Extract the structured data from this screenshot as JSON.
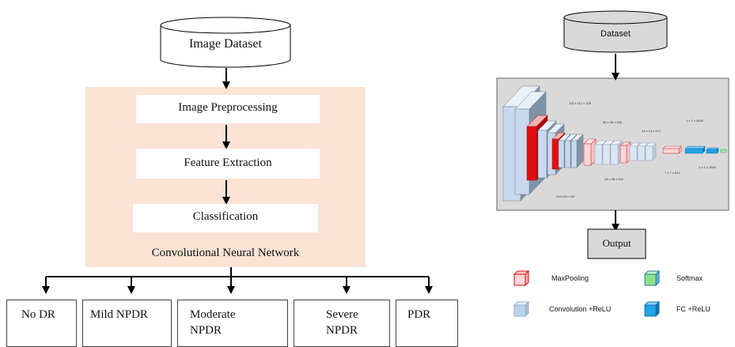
{
  "left_flow": {
    "dataset_label": "Image Dataset",
    "steps": [
      "Image Preprocessing",
      "Feature Extraction",
      "Classification"
    ],
    "cnn_label": "Convolutional Neural Network",
    "classes": [
      "No DR",
      "Mild NPDR",
      "Moderate\nNPDR",
      "Severe\nNPDR",
      "PDR"
    ],
    "panel_color": "#fbe3d6"
  },
  "right_flow": {
    "dataset_label": "Dataset",
    "output_label": "Output",
    "network_panel_color": "#d9d9d9",
    "dim_labels": [
      "112 x 112 x 128",
      "56 x 56 x 256",
      "14 x 14 x 512",
      "1 x 1 x 4096",
      "28 x 28 x 512",
      "7 x 7 x 512",
      "1 x 1 x 1000",
      "224 224 x 64"
    ],
    "legend": [
      {
        "label": "MaxPooling",
        "color": "#e02020"
      },
      {
        "label": "Softmax",
        "color": "#8fe08f"
      },
      {
        "label": "Convolution +ReLU",
        "color": "#bcd3ee"
      },
      {
        "label": "FC +ReLU",
        "color": "#1fa3e6"
      }
    ]
  }
}
